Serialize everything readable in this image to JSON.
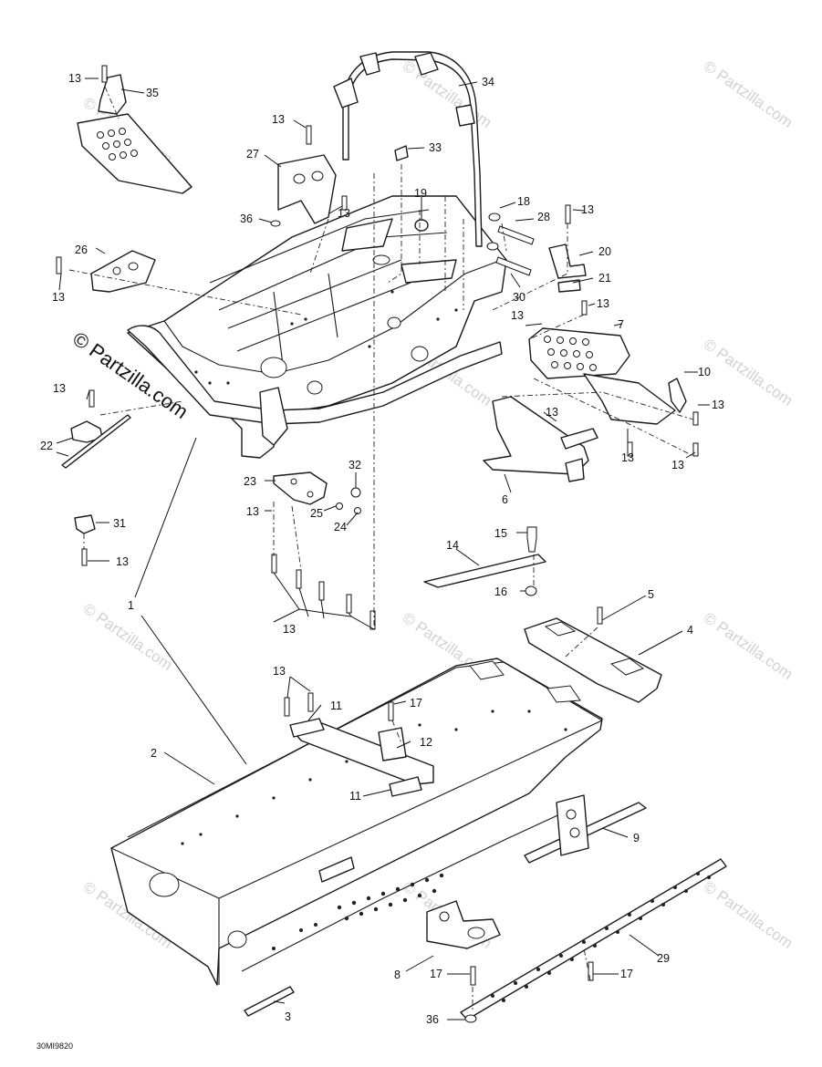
{
  "watermark": {
    "text": "© Partzilla.com",
    "primary_text": "© Partzilla.com"
  },
  "drawing_code": "30MI9820",
  "callouts": {
    "c1": "1",
    "c2": "2",
    "c3": "3",
    "c4": "4",
    "c5": "5",
    "c6": "6",
    "c7": "7",
    "c8": "8",
    "c9": "9",
    "c10": "10",
    "c11": "11",
    "c12": "12",
    "c13": "13",
    "c14": "14",
    "c15": "15",
    "c16": "16",
    "c17": "17",
    "c18": "18",
    "c19": "19",
    "c20": "20",
    "c21": "21",
    "c22": "22",
    "c23": "23",
    "c24": "24",
    "c25": "25",
    "c26": "26",
    "c27": "27",
    "c28": "28",
    "c29": "29",
    "c30": "30",
    "c31": "31",
    "c32": "32",
    "c33": "33",
    "c34": "34",
    "c35": "35",
    "c36": "36"
  }
}
